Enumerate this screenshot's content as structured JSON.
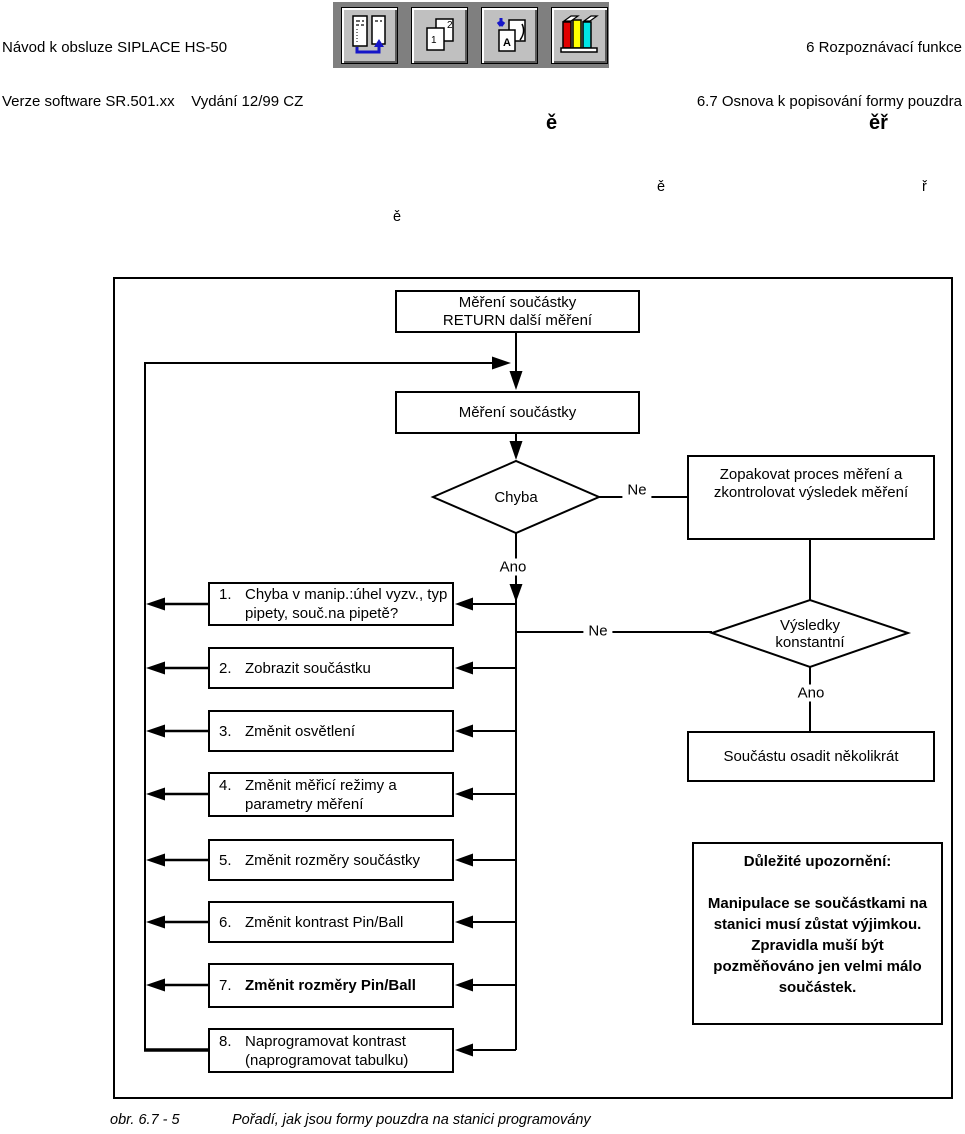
{
  "header": {
    "left_line1": "Návod k obsluze SIPLACE HS-50",
    "left_line2": "Verze software SR.501.xx    Vydání 12/99 CZ",
    "right_line1": "6 Rozpoznávací funkce",
    "right_line2": "6.7 Osnova k popisování formy pouzdra"
  },
  "toolbar": {
    "icons": [
      "list-panels-arrow-icon",
      "pages-1-2-icon",
      "page-letter-a-arrow-icon",
      "books-shelf-icon"
    ],
    "icon2_back_page": "2",
    "icon2_front_page": "1",
    "icon3_letter": "A"
  },
  "stray_glyphs": [
    "ě",
    "ěř",
    "ě",
    "ř",
    "ě"
  ],
  "flowchart": {
    "top_box": {
      "line1": "Měření součástky",
      "line2": "RETURN další měření"
    },
    "measure_box": {
      "label": "Měření součástky"
    },
    "decision1": {
      "label": "Chyba"
    },
    "repeat_box": {
      "line1": "Zopakovat proces měření a",
      "line2": "zkontrolovat výsledek měření"
    },
    "decision2": {
      "line1": "Výsledky",
      "line2": "konstantní"
    },
    "place_box": {
      "label": "Součástu osadit několikrát"
    },
    "edge_labels": {
      "no1": "Ne",
      "yes1": "Ano",
      "no2": "Ne",
      "yes2": "Ano"
    },
    "steps": [
      {
        "num": "1.",
        "line1": "Chyba v manip.:úhel vyzv., typ",
        "line2": "pipety, souč.na pipetě?"
      },
      {
        "num": "2.",
        "line1": "Zobrazit součástku",
        "line2": ""
      },
      {
        "num": "3.",
        "line1": "Změnit osvětlení",
        "line2": ""
      },
      {
        "num": "4.",
        "line1": "Změnit měřicí režimy a",
        "line2": "parametry měření"
      },
      {
        "num": "5.",
        "line1": "Změnit rozměry součástky",
        "line2": ""
      },
      {
        "num": "6.",
        "line1": "Změnit kontrast Pin/Ball",
        "line2": ""
      },
      {
        "num": "7.",
        "line1": "Změnit rozměry Pin/Ball",
        "line2": ""
      },
      {
        "num": "8.",
        "line1": "Naprogramovat kontrast",
        "line2": "(naprogramovat tabulku)"
      }
    ],
    "note_box": {
      "title": "Důležité upozornění:",
      "lines": [
        "Manipulace se součástkami na",
        "stanici musí zůstat výjimkou.",
        "Zpravidla muší být",
        "pozměňováno jen velmi málo",
        "součástek."
      ]
    }
  },
  "caption": {
    "figure": "obr. 6.7 - 5",
    "text": "Pořadí, jak jsou formy pouzdra na stanici programovány"
  }
}
